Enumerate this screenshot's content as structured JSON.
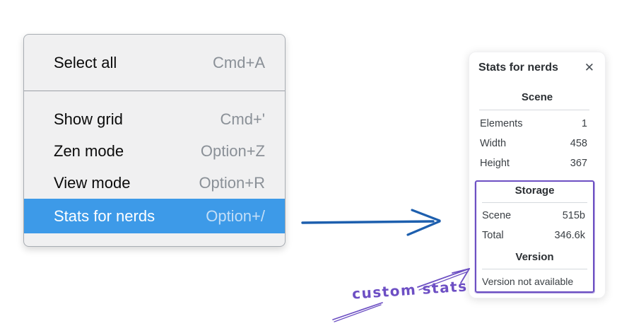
{
  "colors": {
    "menu_highlight_blue": "#3d9ae8",
    "menu_background": "#f0f0f1",
    "arrow_blue": "#1d5fae",
    "annotation_purple": "#6d50c3",
    "panel_text": "#3b4045"
  },
  "context_menu": {
    "items": [
      {
        "label": "Select all",
        "shortcut": "Cmd+A",
        "selected": false
      },
      {
        "label": "Show grid",
        "shortcut": "Cmd+'",
        "selected": false
      },
      {
        "label": "Zen mode",
        "shortcut": "Option+Z",
        "selected": false
      },
      {
        "label": "View mode",
        "shortcut": "Option+R",
        "selected": false
      },
      {
        "label": "Stats for nerds",
        "shortcut": "Option+/",
        "selected": true
      }
    ]
  },
  "stats_panel": {
    "title": "Stats for nerds",
    "sections": {
      "scene": {
        "heading": "Scene",
        "rows": [
          {
            "label": "Elements",
            "value": "1"
          },
          {
            "label": "Width",
            "value": "458"
          },
          {
            "label": "Height",
            "value": "367"
          }
        ]
      },
      "storage": {
        "heading": "Storage",
        "rows": [
          {
            "label": "Scene",
            "value": "515b"
          },
          {
            "label": "Total",
            "value": "346.6k"
          }
        ]
      },
      "version": {
        "heading": "Version",
        "message": "Version not available"
      }
    }
  },
  "annotation": {
    "label": "custom stats"
  },
  "icons": {
    "close": "✕"
  }
}
